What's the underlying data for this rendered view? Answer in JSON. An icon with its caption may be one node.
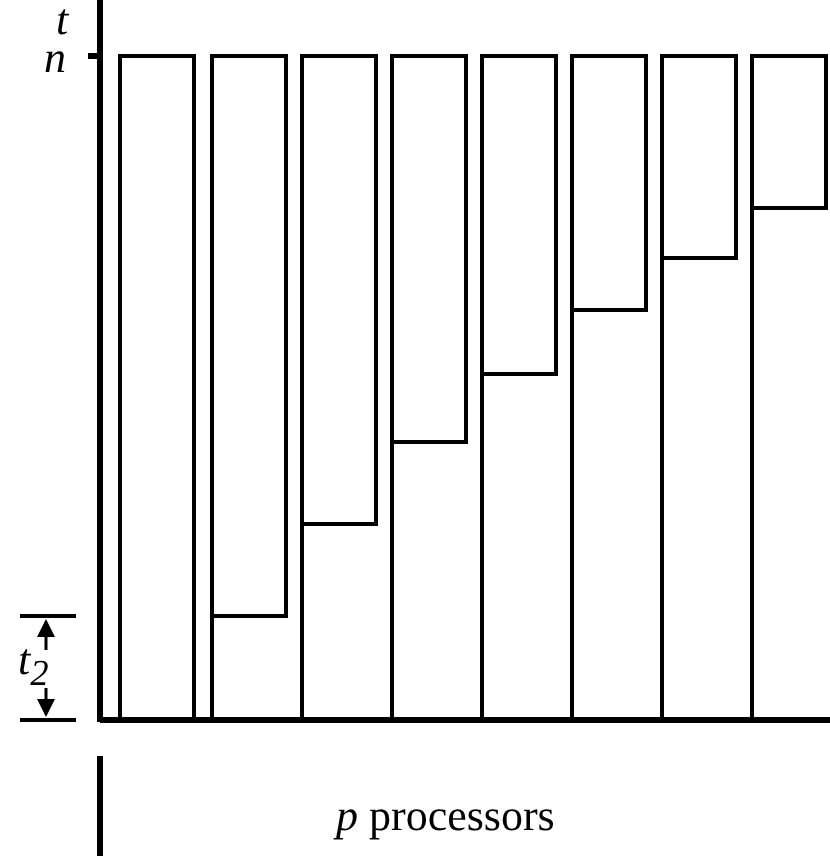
{
  "diagram": {
    "labels": [
      "t",
      "n",
      "t$_{2}$",
      "*p* processors"
    ]
  }
}
